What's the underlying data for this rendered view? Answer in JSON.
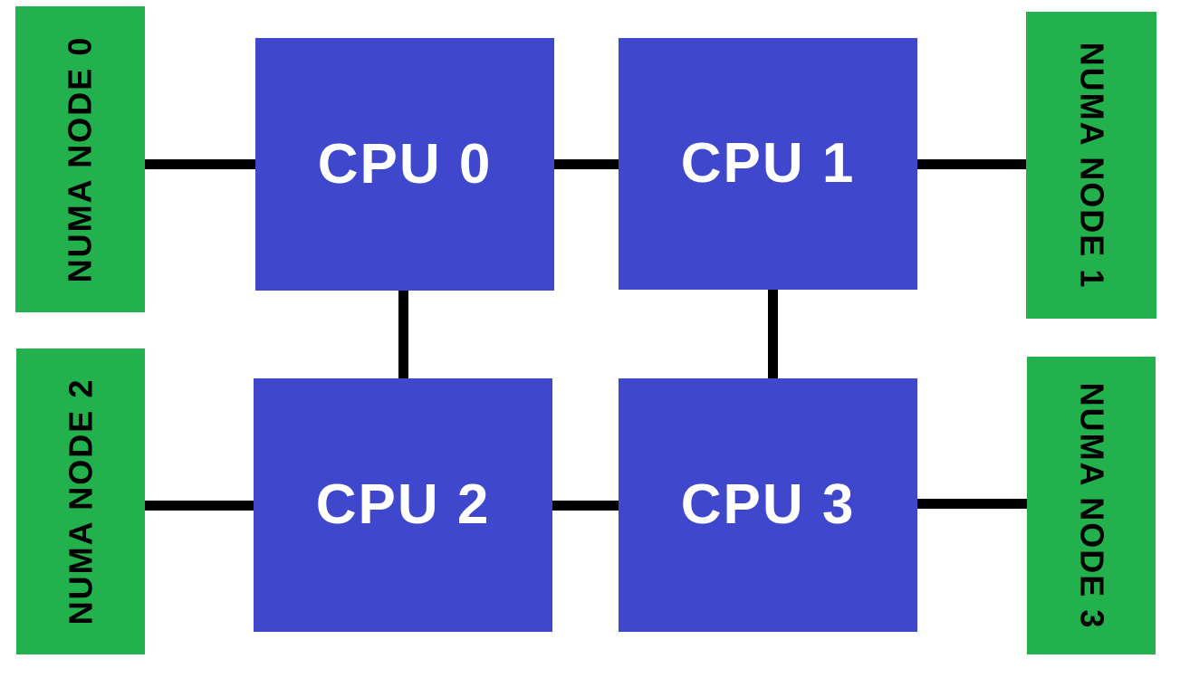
{
  "diagram": {
    "type": "numa-cpu-architecture",
    "background": "#ffffff",
    "colors": {
      "numa_node_fill": "#22b14c",
      "cpu_fill": "#3f48cc",
      "link": "#000000",
      "numa_label_text": "#000000",
      "cpu_label_text": "#ffffff"
    },
    "numa_nodes": [
      {
        "id": "numa0",
        "label": "NUMA NODE 0",
        "position": "top-left",
        "text_direction": "bottom-to-top"
      },
      {
        "id": "numa1",
        "label": "NUMA NODE 1",
        "position": "top-right",
        "text_direction": "top-to-bottom"
      },
      {
        "id": "numa2",
        "label": "NUMA NODE 2",
        "position": "bottom-left",
        "text_direction": "bottom-to-top"
      },
      {
        "id": "numa3",
        "label": "NUMA NODE 3",
        "position": "bottom-right",
        "text_direction": "top-to-bottom"
      }
    ],
    "cpus": [
      {
        "id": "cpu0",
        "label": "CPU 0",
        "position": "top-left"
      },
      {
        "id": "cpu1",
        "label": "CPU 1",
        "position": "top-right"
      },
      {
        "id": "cpu2",
        "label": "CPU 2",
        "position": "bottom-left"
      },
      {
        "id": "cpu3",
        "label": "CPU 3",
        "position": "bottom-right"
      }
    ],
    "links": [
      {
        "from": "NUMA NODE 0",
        "to": "CPU 0",
        "orientation": "horizontal"
      },
      {
        "from": "CPU 0",
        "to": "CPU 1",
        "orientation": "horizontal"
      },
      {
        "from": "CPU 1",
        "to": "NUMA NODE 1",
        "orientation": "horizontal"
      },
      {
        "from": "CPU 0",
        "to": "CPU 2",
        "orientation": "vertical"
      },
      {
        "from": "CPU 1",
        "to": "CPU 3",
        "orientation": "vertical"
      },
      {
        "from": "NUMA NODE 2",
        "to": "CPU 2",
        "orientation": "horizontal"
      },
      {
        "from": "CPU 2",
        "to": "CPU 3",
        "orientation": "horizontal"
      },
      {
        "from": "CPU 3",
        "to": "NUMA NODE 3",
        "orientation": "horizontal"
      }
    ]
  }
}
